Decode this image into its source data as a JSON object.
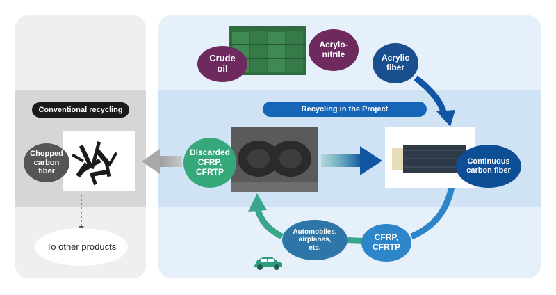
{
  "left_panel": {
    "header": "Conventional recycling",
    "chopped_label": "Chopped\ncarbon\nfiber",
    "other_products": "To other products"
  },
  "right_panel": {
    "header": "Recycling in the Project",
    "crude_oil": "Crude\noil",
    "acrylonitrile": "Acrylo-\nnitrile",
    "acrylic_fiber": "Acrylic\nfiber",
    "continuous_cf": "Continuous\ncarbon fiber",
    "discarded": "Discarded\nCFRP,\nCFRTP",
    "cfrp": "CFRP,\nCFRTP",
    "automobiles": "Automobiles,\nairplanes,\netc."
  },
  "colors": {
    "crude_oil": "#6e2a5e",
    "acrylonitrile": "#6e2a5e",
    "acrylic_fiber": "#1a4f8f",
    "continuous_cf": "#0d4e94",
    "discarded": "#35a97a",
    "cfrp": "#2c86c9",
    "automobiles": "#2f76a8",
    "dark_pill": "#1a1a1a",
    "project_pill": "#1565b8",
    "teal_arrow": "#3aa58c",
    "navy_arrow": "#1256a3"
  }
}
